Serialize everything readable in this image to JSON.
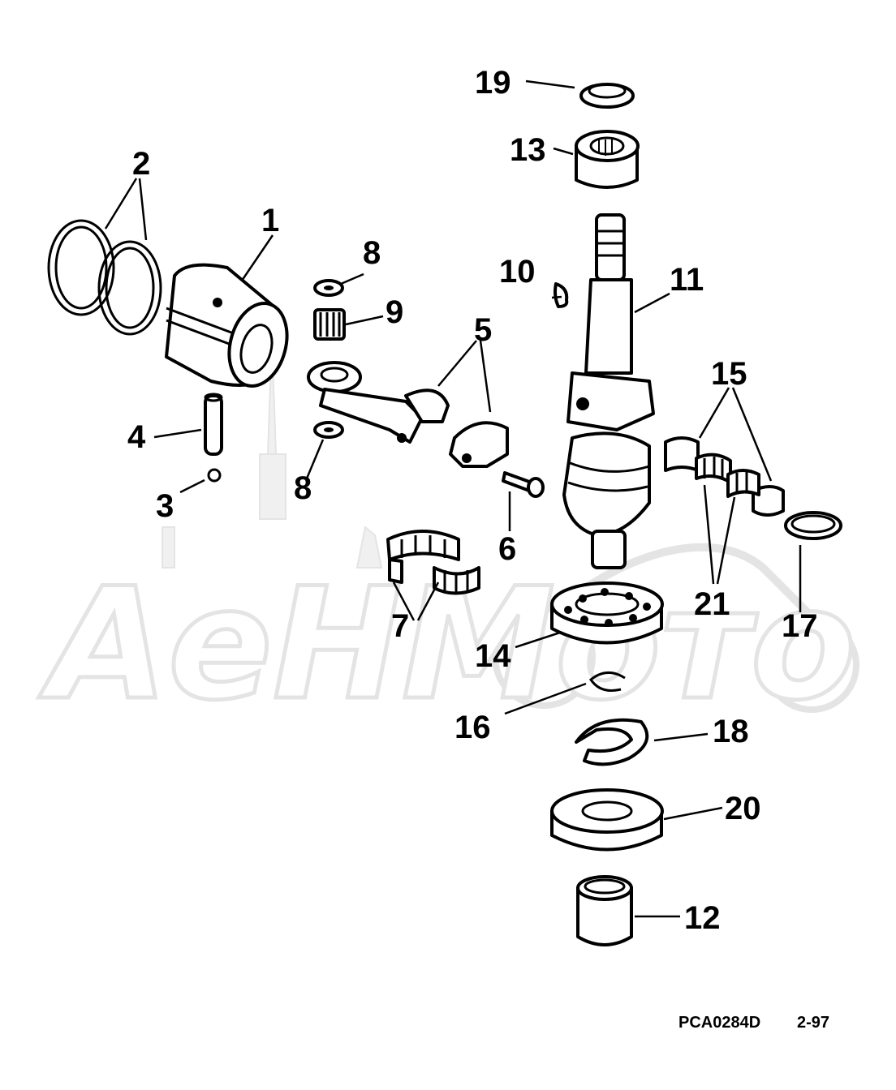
{
  "diagram": {
    "callouts": [
      {
        "id": "1",
        "text": "1"
      },
      {
        "id": "2",
        "text": "2"
      },
      {
        "id": "3",
        "text": "3"
      },
      {
        "id": "4",
        "text": "4"
      },
      {
        "id": "5",
        "text": "5"
      },
      {
        "id": "6",
        "text": "6"
      },
      {
        "id": "7",
        "text": "7"
      },
      {
        "id": "8a",
        "text": "8"
      },
      {
        "id": "8b",
        "text": "8"
      },
      {
        "id": "9",
        "text": "9"
      },
      {
        "id": "10",
        "text": "10"
      },
      {
        "id": "11",
        "text": "11"
      },
      {
        "id": "12",
        "text": "12"
      },
      {
        "id": "13",
        "text": "13"
      },
      {
        "id": "14",
        "text": "14"
      },
      {
        "id": "15",
        "text": "15"
      },
      {
        "id": "16",
        "text": "16"
      },
      {
        "id": "17",
        "text": "17"
      },
      {
        "id": "18",
        "text": "18"
      },
      {
        "id": "19",
        "text": "19"
      },
      {
        "id": "20",
        "text": "20"
      },
      {
        "id": "21",
        "text": "21"
      }
    ],
    "reference_code": "PCA0284D",
    "revision": "2-97",
    "watermark_text": "АеНМото",
    "colors": {
      "line": "#000000",
      "background": "#ffffff",
      "watermark": "#e4e4e4"
    }
  }
}
